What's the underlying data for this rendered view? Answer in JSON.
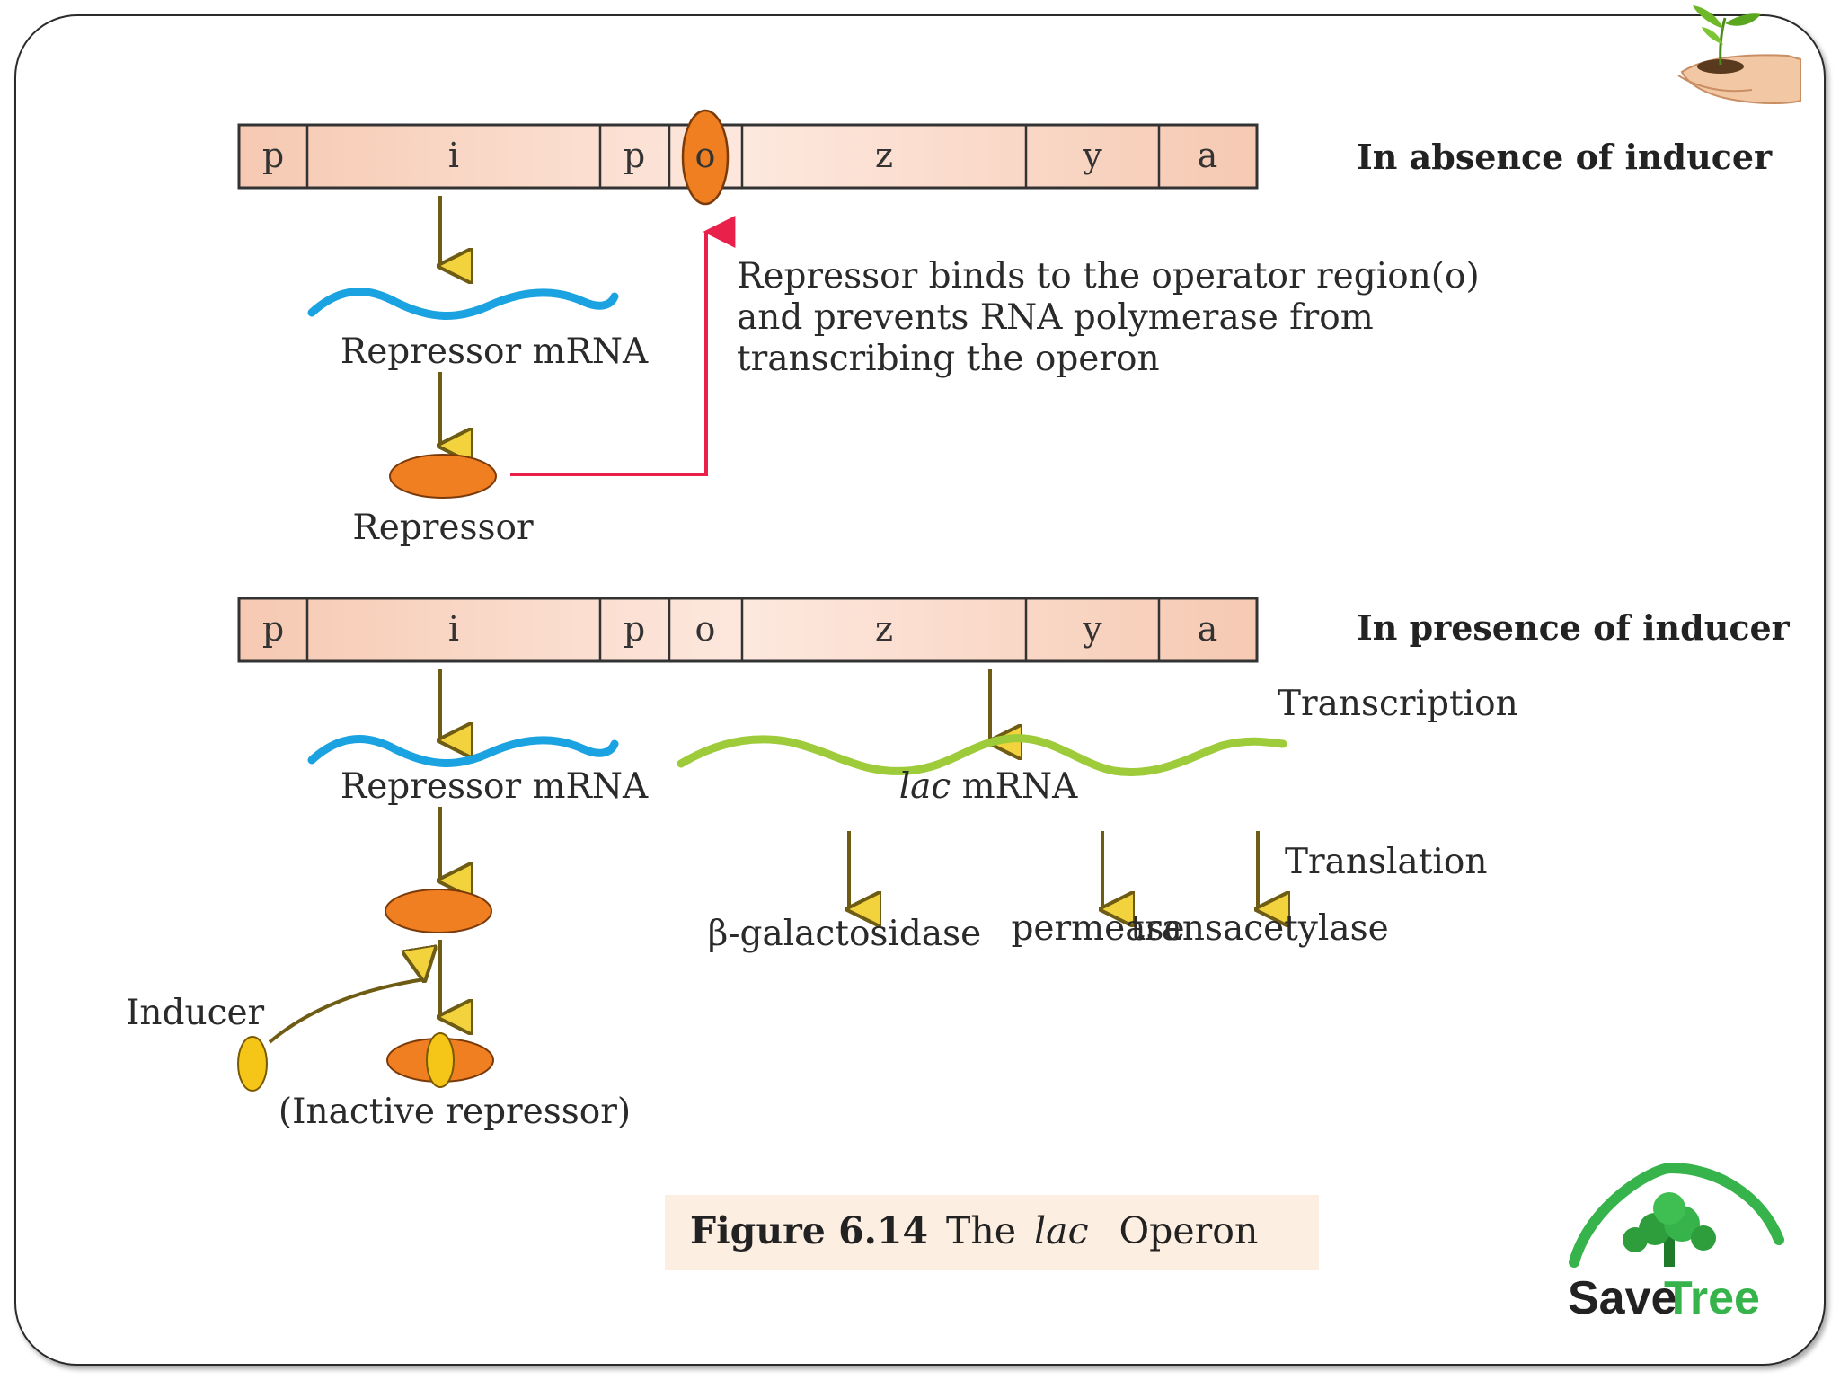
{
  "top": {
    "condition": "In absence of inducer",
    "genes": [
      "p",
      "i",
      "p",
      "o",
      "z",
      "y",
      "a"
    ],
    "repressor_mrna_label": "Repressor mRNA",
    "repressor_label": "Repressor",
    "explanation": [
      "Repressor binds to the operator region(o)",
      "and prevents RNA polymerase from",
      "transcribing the operon"
    ]
  },
  "bottom": {
    "condition": "In presence of inducer",
    "genes": [
      "p",
      "i",
      "p",
      "o",
      "z",
      "y",
      "a"
    ],
    "repressor_mrna_label": "Repressor mRNA",
    "transcription_label": "Transcription",
    "lac_italic": "lac",
    "lac_mrna_suffix": " mRNA",
    "translation_label": "Translation",
    "products": [
      "β-galactosidase",
      "permease",
      "transacetylase"
    ],
    "inducer_label": "Inducer",
    "inactive_repressor_label": "(Inactive repressor)"
  },
  "caption": {
    "figure": "Figure 6.14",
    "the": "The",
    "lac": "lac",
    "operon": "Operon"
  },
  "logo": {
    "save": "Save",
    "tree": "Tree"
  },
  "colors": {
    "gene_fill": "#fbe1d4",
    "repressor": "#f07f22",
    "inducer": "#f5c518",
    "repressor_mrna": "#1aa3e0",
    "lac_mrna": "#9dcb3a",
    "arrow": "#8a7520",
    "bind_arrow": "#e8204a",
    "logo_green": "#36b34a"
  }
}
